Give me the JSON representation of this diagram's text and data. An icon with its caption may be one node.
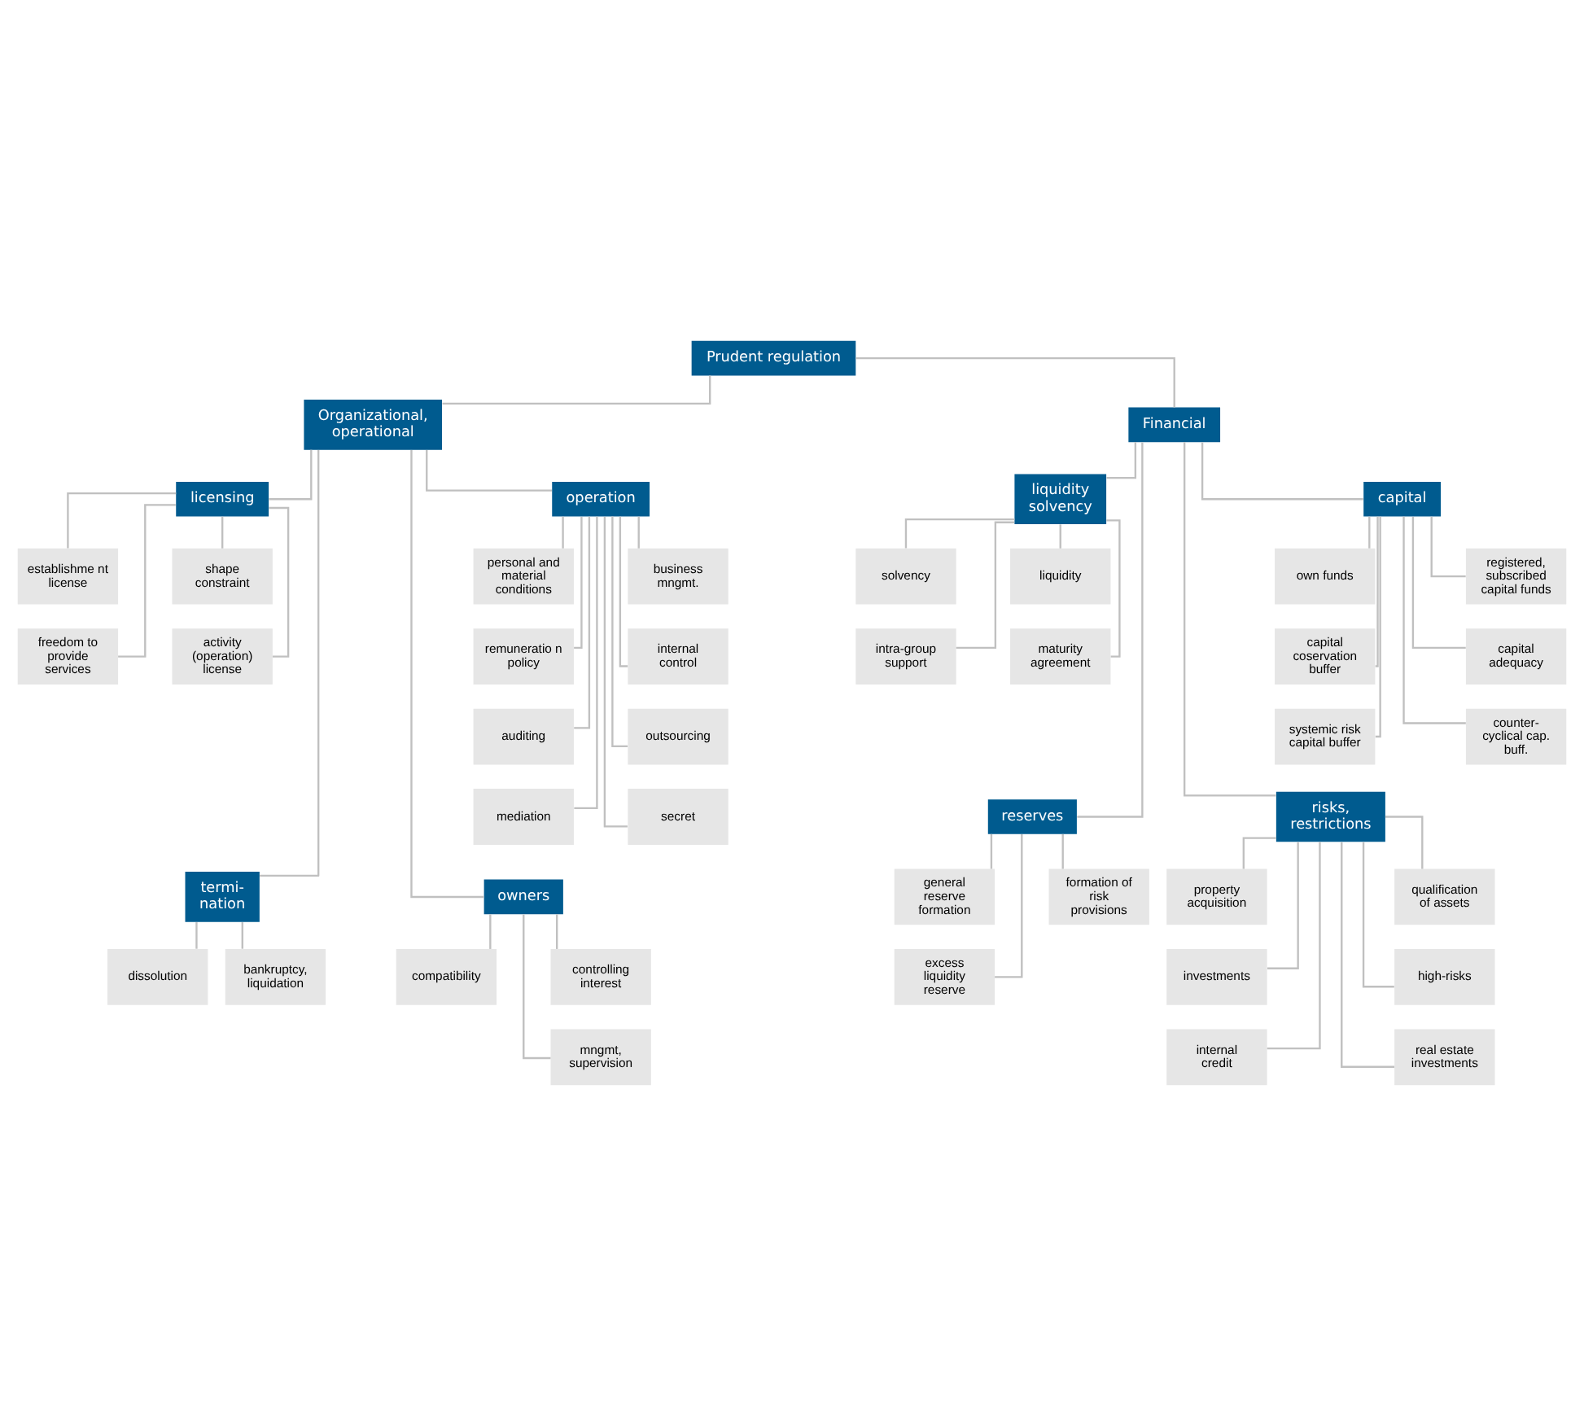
{
  "diagram": {
    "nodes": [
      {
        "text": [
          "Prudent regulation"
        ]
      },
      {
        "text": [
          "Organizational, operational"
        ]
      },
      {
        "text": [
          "Financial"
        ]
      },
      {
        "text": [
          "licensing"
        ]
      },
      {
        "text": [
          "shape constraint"
        ]
      },
      {
        "text": [
          "establishme nt license"
        ]
      },
      {
        "text": [
          "activity (operation) license"
        ]
      },
      {
        "text": [
          "freedom to provide services"
        ]
      },
      {
        "text": [
          "operation"
        ]
      },
      {
        "text": [
          "personal and material conditions"
        ]
      },
      {
        "text": [
          "business mngmt."
        ]
      },
      {
        "text": [
          "remuneratio n policy"
        ]
      },
      {
        "text": [
          "internal control"
        ]
      },
      {
        "text": [
          "auditing"
        ]
      },
      {
        "text": [
          "outsourcing"
        ]
      },
      {
        "text": [
          "mediation"
        ]
      },
      {
        "text": [
          "secret"
        ]
      },
      {
        "text": [
          "termi- nation"
        ]
      },
      {
        "text": [
          "dissolution"
        ]
      },
      {
        "text": [
          "bankruptcy, liquidation"
        ]
      },
      {
        "text": [
          "owners"
        ]
      },
      {
        "text": [
          "controlling interest"
        ]
      },
      {
        "text": [
          "compatibility"
        ]
      },
      {
        "text": [
          "mngmt, supervision"
        ]
      },
      {
        "text": [
          "liquidity solvency"
        ]
      },
      {
        "text": [
          "liquidity"
        ]
      },
      {
        "text": [
          "solvency"
        ]
      },
      {
        "text": [
          "maturity agreement"
        ]
      },
      {
        "text": [
          "intra-group support"
        ]
      },
      {
        "text": [
          "capital"
        ]
      },
      {
        "text": [
          "registered, subscribed capital funds"
        ]
      },
      {
        "text": [
          "own funds"
        ]
      },
      {
        "text": [
          "capital adequacy"
        ]
      },
      {
        "text": [
          "capital coservation buffer"
        ]
      },
      {
        "text": [
          "counter- cyclical cap. buff."
        ]
      },
      {
        "text": [
          "systemic risk capital buffer"
        ]
      },
      {
        "text": [
          "reserves"
        ]
      },
      {
        "text": [
          "general reserve formation"
        ]
      },
      {
        "text": [
          "formation of risk provisions"
        ]
      },
      {
        "text": [
          "excess liquidity reserve"
        ]
      },
      {
        "text": [
          "risks, restrictions"
        ]
      },
      {
        "text": [
          "qualification of assets"
        ]
      },
      {
        "text": [
          "property acquisition"
        ]
      },
      {
        "text": [
          "high-risks"
        ]
      },
      {
        "text": [
          "investments"
        ]
      },
      {
        "text": [
          "real estate investments"
        ]
      },
      {
        "text": [
          "internal credit"
        ]
      }
    ],
    "edges": [
      {
        "from": 0,
        "to": 1,
        "arrow": "none"
      },
      {
        "from": 0,
        "to": 2,
        "arrow": "none"
      },
      {
        "from": 1,
        "to": 3,
        "arrow": "none"
      },
      {
        "from": 1,
        "to": 8,
        "arrow": "none"
      },
      {
        "from": 1,
        "to": 17,
        "arrow": "none"
      },
      {
        "from": 1,
        "to": 20,
        "arrow": "none"
      },
      {
        "from": 3,
        "to": 4,
        "arrow": "none"
      },
      {
        "from": 3,
        "to": 5,
        "arrow": "none"
      },
      {
        "from": 3,
        "to": 6,
        "arrow": "none"
      },
      {
        "from": 3,
        "to": 7,
        "arrow": "none"
      },
      {
        "from": 8,
        "to": 9,
        "arrow": "none"
      },
      {
        "from": 8,
        "to": 10,
        "arrow": "none"
      },
      {
        "from": 8,
        "to": 11,
        "arrow": "none"
      },
      {
        "from": 8,
        "to": 12,
        "arrow": "none"
      },
      {
        "from": 8,
        "to": 13,
        "arrow": "none"
      },
      {
        "from": 8,
        "to": 14,
        "arrow": "none"
      },
      {
        "from": 8,
        "to": 15,
        "arrow": "none"
      },
      {
        "from": 8,
        "to": 16,
        "arrow": "none"
      },
      {
        "from": 17,
        "to": 18,
        "arrow": "none"
      },
      {
        "from": 17,
        "to": 19,
        "arrow": "none"
      },
      {
        "from": 20,
        "to": 21,
        "arrow": "none"
      },
      {
        "from": 20,
        "to": 22,
        "arrow": "none"
      },
      {
        "from": 20,
        "to": 23,
        "arrow": "none"
      },
      {
        "from": 2,
        "to": 24,
        "arrow": "none"
      },
      {
        "from": 2,
        "to": 29,
        "arrow": "none"
      },
      {
        "from": 2,
        "to": 36,
        "arrow": "none"
      },
      {
        "from": 2,
        "to": 40,
        "arrow": "none"
      },
      {
        "from": 24,
        "to": 25,
        "arrow": "none"
      },
      {
        "from": 24,
        "to": 26,
        "arrow": "none"
      },
      {
        "from": 24,
        "to": 27,
        "arrow": "none"
      },
      {
        "from": 24,
        "to": 28,
        "arrow": "none"
      },
      {
        "from": 29,
        "to": 30,
        "arrow": "none"
      },
      {
        "from": 29,
        "to": 31,
        "arrow": "none"
      },
      {
        "from": 29,
        "to": 32,
        "arrow": "none"
      },
      {
        "from": 29,
        "to": 33,
        "arrow": "none"
      },
      {
        "from": 29,
        "to": 34,
        "arrow": "none"
      },
      {
        "from": 29,
        "to": 35,
        "arrow": "none"
      },
      {
        "from": 36,
        "to": 37,
        "arrow": "none"
      },
      {
        "from": 36,
        "to": 38,
        "arrow": "none"
      },
      {
        "from": 36,
        "to": 39,
        "arrow": "none"
      },
      {
        "from": 40,
        "to": 41,
        "arrow": "none"
      },
      {
        "from": 40,
        "to": 42,
        "arrow": "none"
      },
      {
        "from": 40,
        "to": 43,
        "arrow": "none"
      },
      {
        "from": 40,
        "to": 44,
        "arrow": "none"
      },
      {
        "from": 40,
        "to": 45,
        "arrow": "none"
      },
      {
        "from": 40,
        "to": 46,
        "arrow": "none"
      }
    ]
  }
}
